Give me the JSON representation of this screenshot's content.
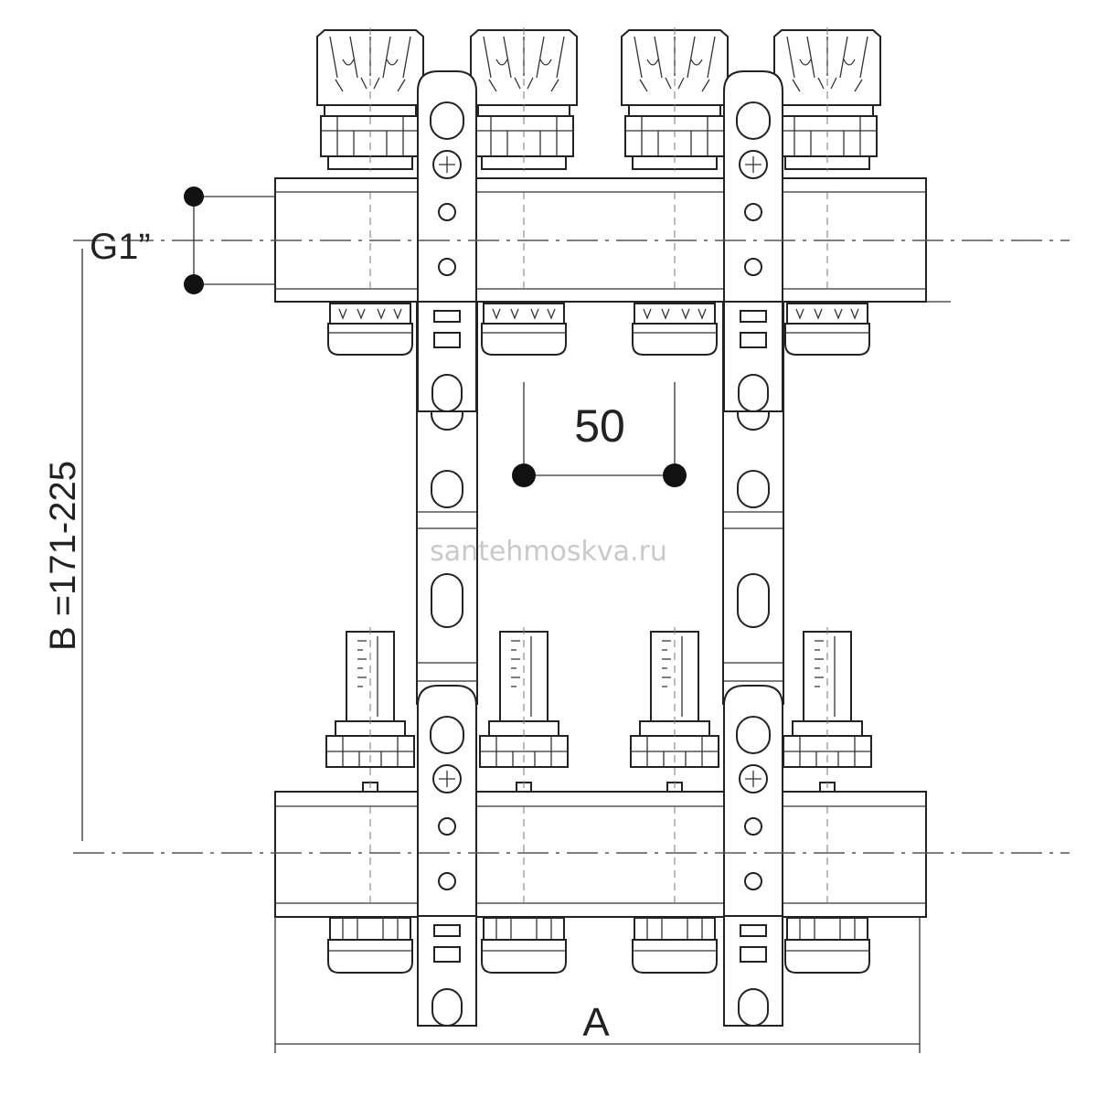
{
  "labels": {
    "thread_size": "G1”",
    "spacing": "50",
    "height_range": "B =171-225",
    "length": "A",
    "watermark": "santehmoskva.ru"
  },
  "outlets_per_bar": 4,
  "colors": {
    "line": "#222222",
    "dot": "#111111",
    "watermark": "#c9c9c9"
  }
}
